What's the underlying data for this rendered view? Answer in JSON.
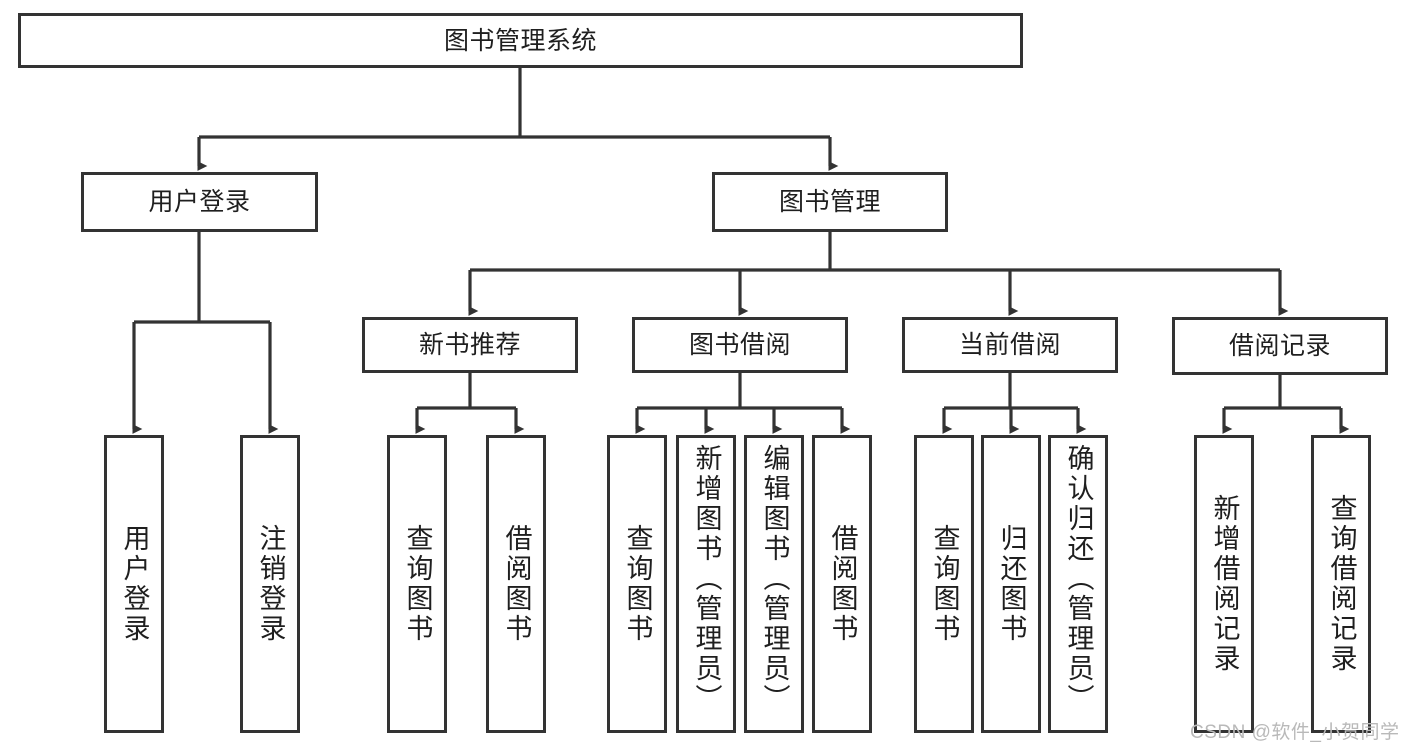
{
  "diagram": {
    "type": "tree-hierarchy-chart",
    "title_node": "图书管理系统",
    "edge_color": "#333333",
    "node_border_color": "#333333",
    "node_fill_color": "#ffffff",
    "text_color": "#1f1f1f"
  },
  "nodes": {
    "root": {
      "label": "图书管理系统",
      "level": 0
    },
    "l1": [
      {
        "id": "user-login",
        "label": "用户登录"
      },
      {
        "id": "book-manage",
        "label": "图书管理"
      }
    ],
    "l2": [
      {
        "id": "new-book-recommend",
        "label": "新书推荐"
      },
      {
        "id": "book-borrow",
        "label": "图书借阅"
      },
      {
        "id": "current-borrow",
        "label": "当前借阅"
      },
      {
        "id": "borrow-record",
        "label": "借阅记录"
      }
    ],
    "leaves": {
      "user_login": [
        {
          "id": "leaf-user-login",
          "label": "用户登录"
        },
        {
          "id": "leaf-logout",
          "label": "注销登录"
        }
      ],
      "new_book_recommend": [
        {
          "id": "leaf-query-book-1",
          "label": "查询图书"
        },
        {
          "id": "leaf-borrow-book-1",
          "label": "借阅图书"
        }
      ],
      "book_borrow": [
        {
          "id": "leaf-query-book-2",
          "label": "查询图书"
        },
        {
          "id": "leaf-add-book",
          "label": "新增图书（管理员）"
        },
        {
          "id": "leaf-edit-book",
          "label": "编辑图书（管理员）"
        },
        {
          "id": "leaf-borrow-book-2",
          "label": "借阅图书"
        }
      ],
      "current_borrow": [
        {
          "id": "leaf-query-book-3",
          "label": "查询图书"
        },
        {
          "id": "leaf-return-book",
          "label": "归还图书"
        },
        {
          "id": "leaf-confirm-return",
          "label": "确认归还（管理员）"
        }
      ],
      "borrow_record": [
        {
          "id": "leaf-add-record",
          "label": "新增借阅记录"
        },
        {
          "id": "leaf-query-record",
          "label": "查询借阅记录"
        }
      ]
    }
  },
  "watermark": {
    "text": "CSDN @软件_小贺同学"
  }
}
